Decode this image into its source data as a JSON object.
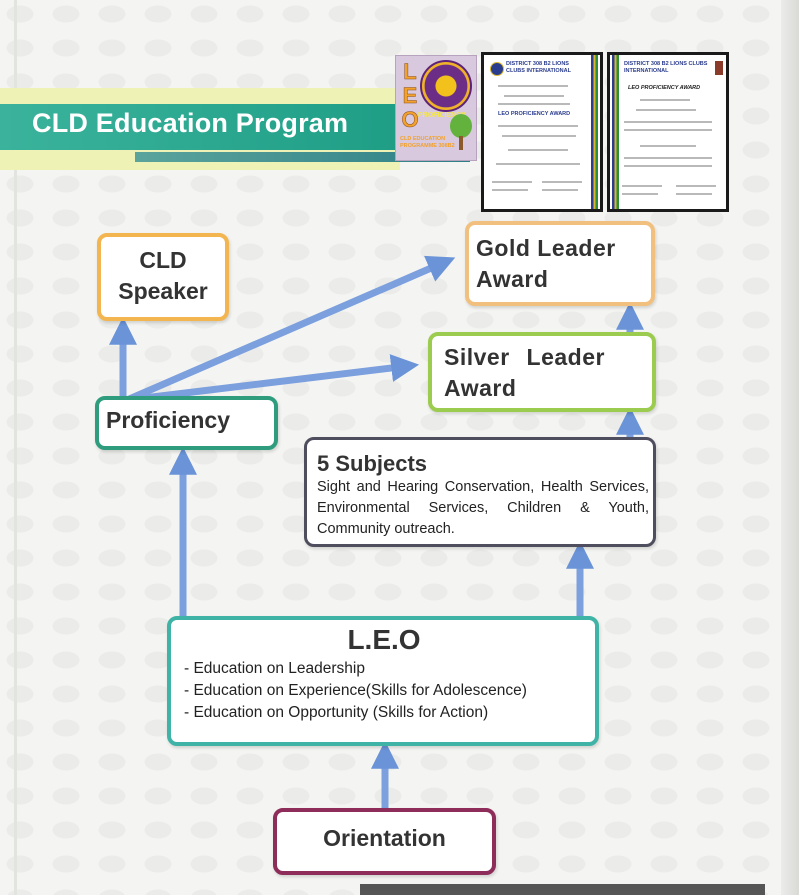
{
  "banner": {
    "title": "CLD Education Program"
  },
  "logo": {
    "leo_letters": "LEO",
    "proficiency": "PROFICIENCY",
    "caption": "CLD EDUCATION PROGRAMME 308B2"
  },
  "certificates": [
    {
      "heading": "DISTRICT 308 B2 LIONS CLUBS INTERNATIONAL",
      "award": "LEO PROFICIENCY AWARD"
    },
    {
      "heading": "DISTRICT 308 B2 LIONS CLUBS INTERNATIONAL",
      "award": "LEO PROFICIENCY AWARD"
    }
  ],
  "boxes": {
    "cld_speaker": "CLD Speaker",
    "gold_leader": "Gold Leader Award",
    "silver_leader": "Silver Leader Award",
    "proficiency": "Proficiency",
    "five_subjects": {
      "title": "5 Subjects",
      "description": "Sight and Hearing Conservation, Health Services, Environmental Services, Children & Youth, Community outreach."
    },
    "leo": {
      "title": "L.E.O",
      "items": [
        "Education on Leadership",
        "Education on Experience(Skills for Adolescence)",
        "Education on Opportunity (Skills for Action)"
      ]
    },
    "orientation": "Orientation"
  },
  "colors": {
    "banner_green": "#1f9e86",
    "banner_yellow": "#eef2b4",
    "arrow": "#6a93d8",
    "cld_border": "#f3b550",
    "gold_border": "#f2c07e",
    "silver_border": "#9bcb4f",
    "proficiency_border": "#2f9d7d",
    "subjects_border": "#4e4e5e",
    "leo_border": "#3fb4a6",
    "orientation_border": "#8e2c5a"
  }
}
